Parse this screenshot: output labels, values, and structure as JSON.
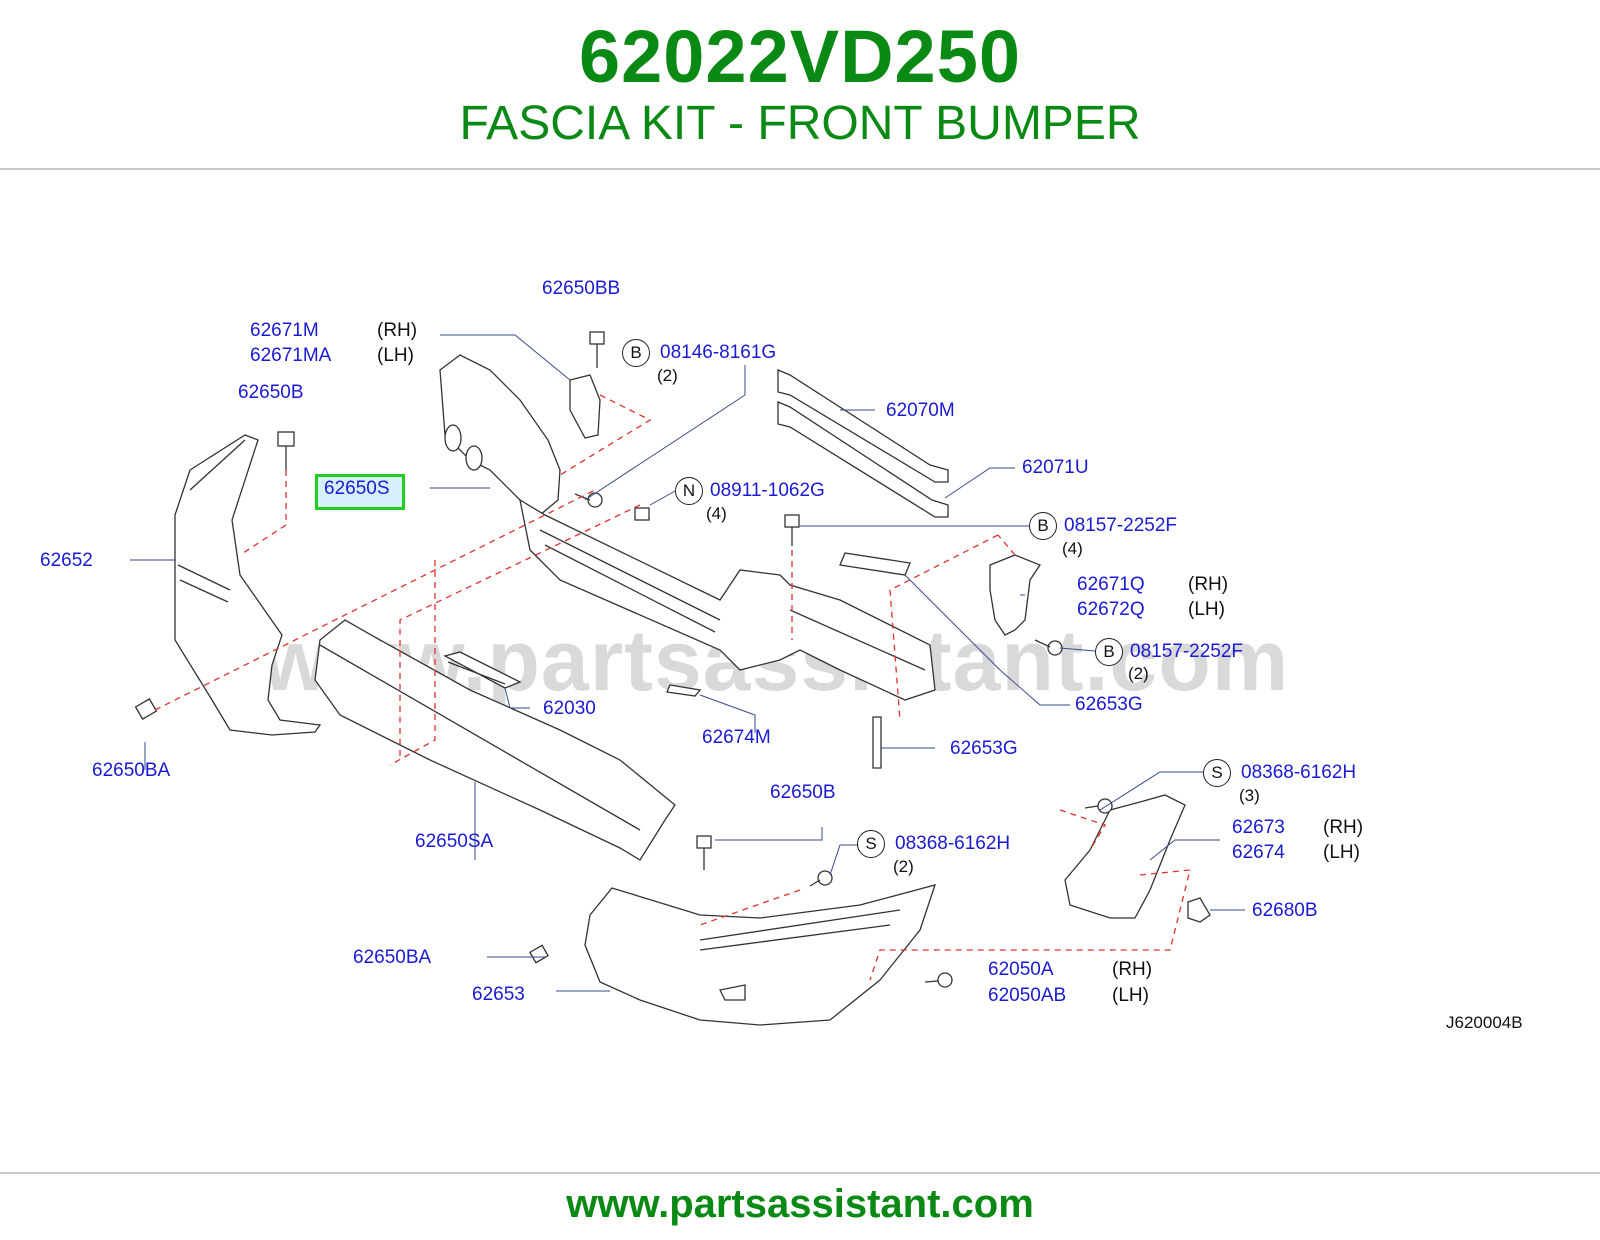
{
  "header": {
    "part_number": "62022VD250",
    "title": "FASCIA KIT - FRONT BUMPER"
  },
  "footer": {
    "url": "www.partsassistant.com"
  },
  "watermark": "www.partsassistant.com",
  "diagram_ref": "J620004B",
  "highlighted_part": "62650S",
  "colors": {
    "brand": "#0a8a14",
    "label": "#1a1ad4",
    "highlight_border": "#22cc22",
    "highlight_fill": "#d6f0ff",
    "dashed": "#e03030"
  },
  "labels": {
    "p62650BB": "62650BB",
    "p62671M": "62671M",
    "p62671MA": "62671MA",
    "p62650B_top": "62650B",
    "p62650S": "62650S",
    "p62652": "62652",
    "p62650BA_left": "62650BA",
    "p08146": "08146-8161G",
    "p08911": "08911-1062G",
    "p62070M": "62070M",
    "p62071U": "62071U",
    "p08157_a": "08157-2252F",
    "p62671Q": "62671Q",
    "p62672Q": "62672Q",
    "p08157_b": "08157-2252F",
    "p62653G_a": "62653G",
    "p62030": "62030",
    "p62674M": "62674M",
    "p62653G_b": "62653G",
    "p08368_a": "08368-6162H",
    "p62673": "62673",
    "p62674": "62674",
    "p62680B": "62680B",
    "p62650B_mid": "62650B",
    "p08368_b": "08368-6162H",
    "p62650SA": "62650SA",
    "p62650BA_low": "62650BA",
    "p62653": "62653",
    "p62050A": "62050A",
    "p62050AB": "62050AB"
  },
  "sides": {
    "rh": "(RH)",
    "lh": "(LH)"
  },
  "qty": {
    "q2": "(2)",
    "q4": "(4)",
    "q3": "(3)"
  },
  "circles": {
    "b": "B",
    "n": "N",
    "s": "S"
  }
}
